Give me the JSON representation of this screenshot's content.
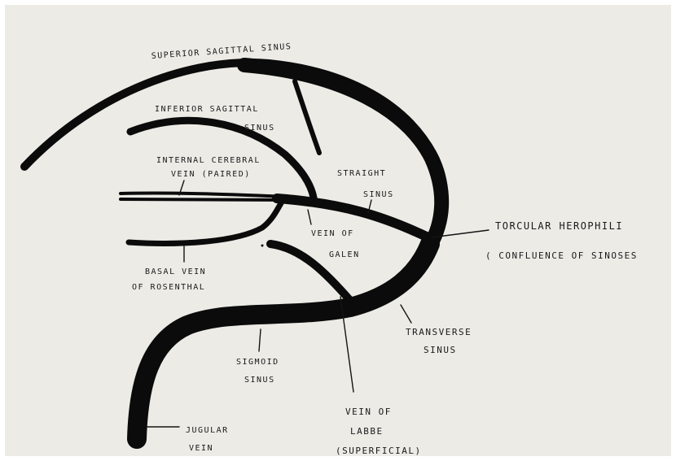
{
  "diagram": {
    "colors": {
      "paper": "#ecebe6",
      "ink": "#0b0b0b",
      "frame": "#ffffff"
    },
    "labels": {
      "superior_sagittal": "SUPERIOR SAGITTAL SINUS",
      "inferior_sagittal_1": "INFERIOR SAGITTAL",
      "inferior_sagittal_2": "SINUS",
      "internal_cerebral_1": "INTERNAL CEREBRAL",
      "internal_cerebral_2": "VEIN (PAIRED)",
      "straight_1": "STRAIGHT",
      "straight_2": "SINUS",
      "torcular_1": "TORCULAR HEROPHILI",
      "torcular_2": "( CONFLUENCE OF SINOSES",
      "galen_1": "VEIN OF",
      "galen_2": "GALEN",
      "basal_1": "BASAL VEIN",
      "basal_2": "OF ROSENTHAL",
      "transverse_1": "TRANSVERSE",
      "transverse_2": "SINUS",
      "sigmoid_1": "SIGMOID",
      "sigmoid_2": "SINUS",
      "labbe_1": "VEIN OF",
      "labbe_2": "LABBE",
      "labbe_3": "(SUPERFICIAL)",
      "jugular_1": "JUGULAR",
      "jugular_2": "VEIN"
    }
  }
}
